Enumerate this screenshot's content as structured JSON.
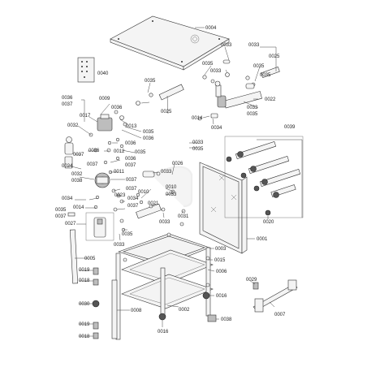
{
  "labels": {
    "l0004": "0004",
    "l0040": "0040",
    "l0033a": "0033",
    "l0033b": "0033",
    "l0025a": "0025",
    "l0035a": "0035",
    "l0033c": "0033",
    "l0035b": "0035",
    "l0035c": "0035",
    "l0035d": "0035",
    "l0036a": "0036",
    "l0037a": "0037",
    "l0009": "0009",
    "l0036b": "0036",
    "l0017": "0017",
    "l0025b": "0025",
    "l0022": "0022",
    "l0033d": "0033",
    "l0035e": "0035",
    "l0013": "0013",
    "l0014a": "0014",
    "l0034a": "0034",
    "l0039": "0039",
    "l0032a": "0032",
    "l0035f": "0035",
    "l0036c": "0036",
    "l0036d": "0036",
    "l0037b": "0037",
    "l0036e": "0036",
    "l0012": "0012",
    "l0035g": "0035",
    "l0033e": "0033",
    "l0035h": "0035",
    "l0036f": "0036",
    "l0037c": "0037",
    "l0026": "0026",
    "l0024": "0024",
    "l0037d": "0037",
    "l0011": "0011",
    "l0037e": "0037",
    "l0033f": "0033",
    "l0032b": "0032",
    "l0038a": "0038",
    "l0037f": "0037",
    "l0010": "0010",
    "l0023": "0023",
    "l0033g": "0033",
    "l0034b": "0034",
    "l0021": "0021",
    "l0034c": "0034",
    "l0014b": "0014",
    "l0037g": "0037",
    "l0035i": "0035",
    "l0037h": "0037",
    "l0033h": "0033",
    "l0031": "0031",
    "l0020": "0020",
    "l0027": "0027",
    "l0035j": "0035",
    "l0033i": "0033",
    "l0001": "0001",
    "l0003": "0003",
    "l0005": "0005",
    "l0015": "0015",
    "l0006": "0006",
    "l0019a": "0019",
    "l0018a": "0018",
    "l0029": "0029",
    "l0016a": "0016",
    "l0030": "0030",
    "l0008": "0008",
    "l0002": "0002",
    "l0007": "0007",
    "l0038b": "0038",
    "l0019b": "0019",
    "l0018b": "0018",
    "l0016b": "0016"
  }
}
